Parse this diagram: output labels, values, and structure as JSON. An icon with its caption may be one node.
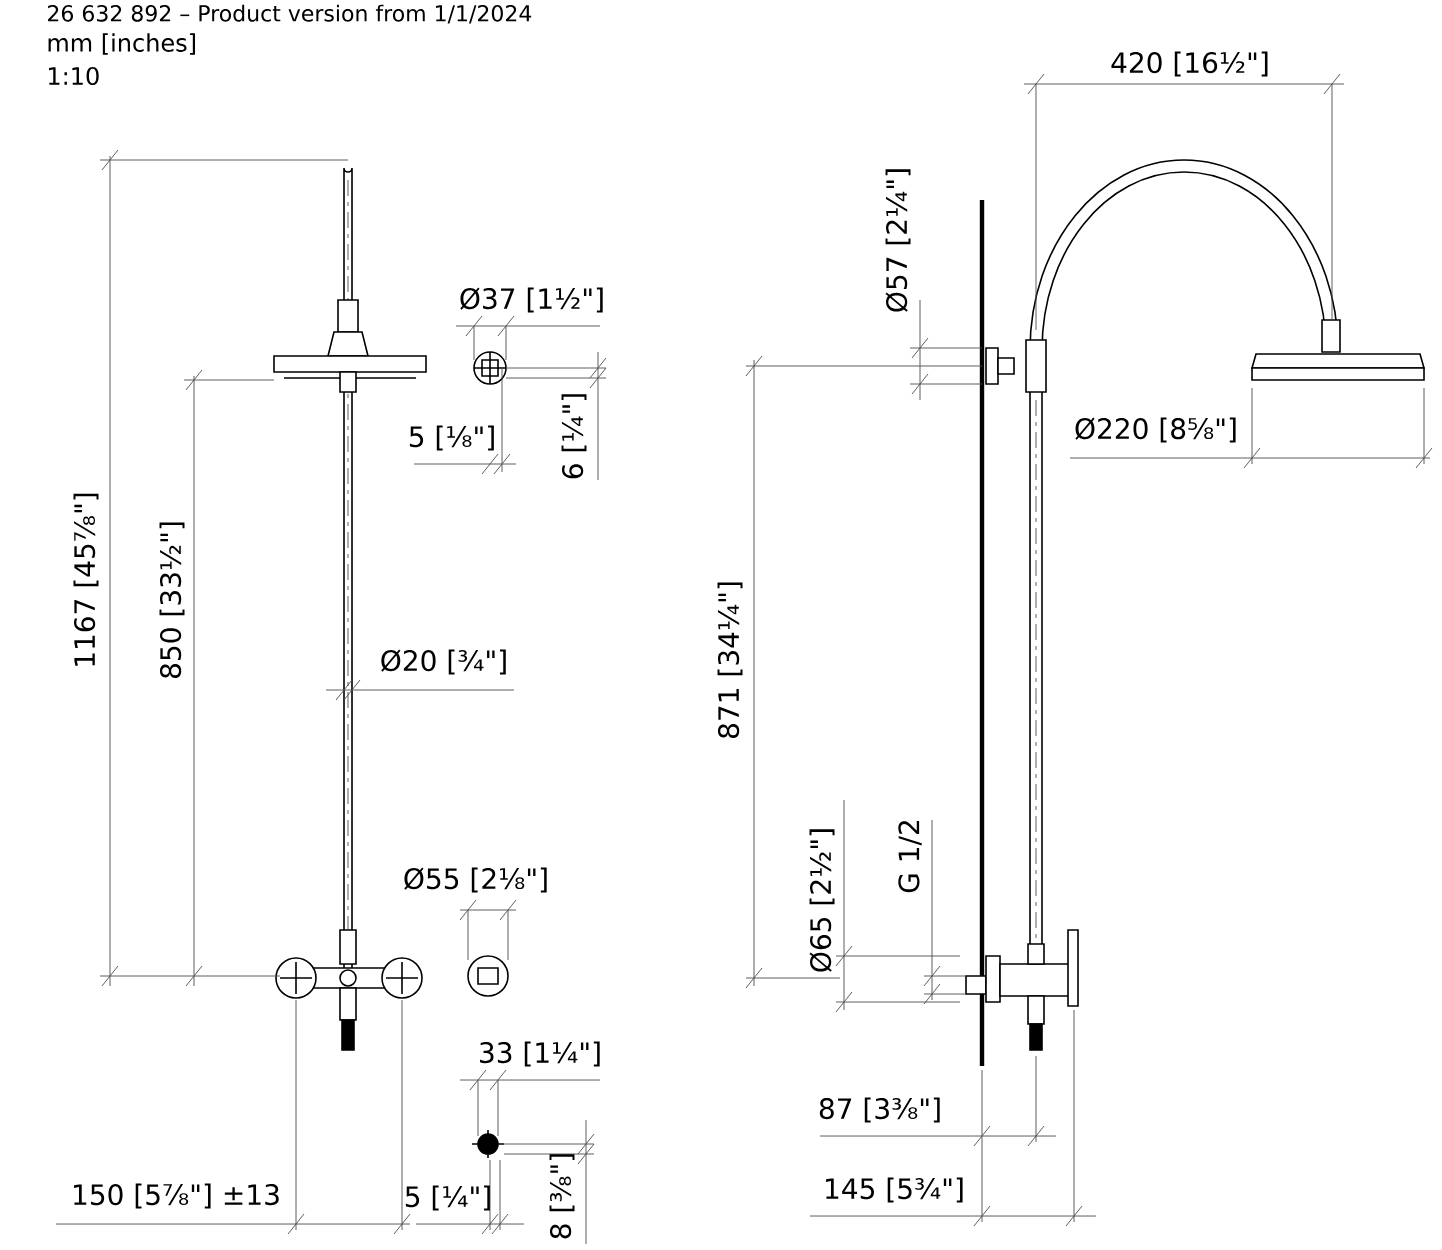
{
  "diagram": {
    "labels": [
      "26 632 892 – Product version from 1/1/2024",
      "mm [inches]",
      "1:10",
      "420 [16½\"]",
      "Ø37 [1½\"]",
      "Ø57 [2¼\"]",
      "5 [⅛\"]",
      "6 [¼\"]",
      "Ø220 [8⅝\"]",
      "1167 [45⅞\"]",
      "850 [33½\"]",
      "871 [34¼\"]",
      "Ø20 [¾\"]",
      "Ø55 [2⅛\"]",
      "Ø65 [2½\"]",
      "G 1/2",
      "33 [1¼\"]",
      "87 [3⅜\"]",
      "150 [5⅞\"] ±13",
      "5 [¼\"]",
      "8 [⅜\"]",
      "145 [5¾\"]"
    ]
  }
}
